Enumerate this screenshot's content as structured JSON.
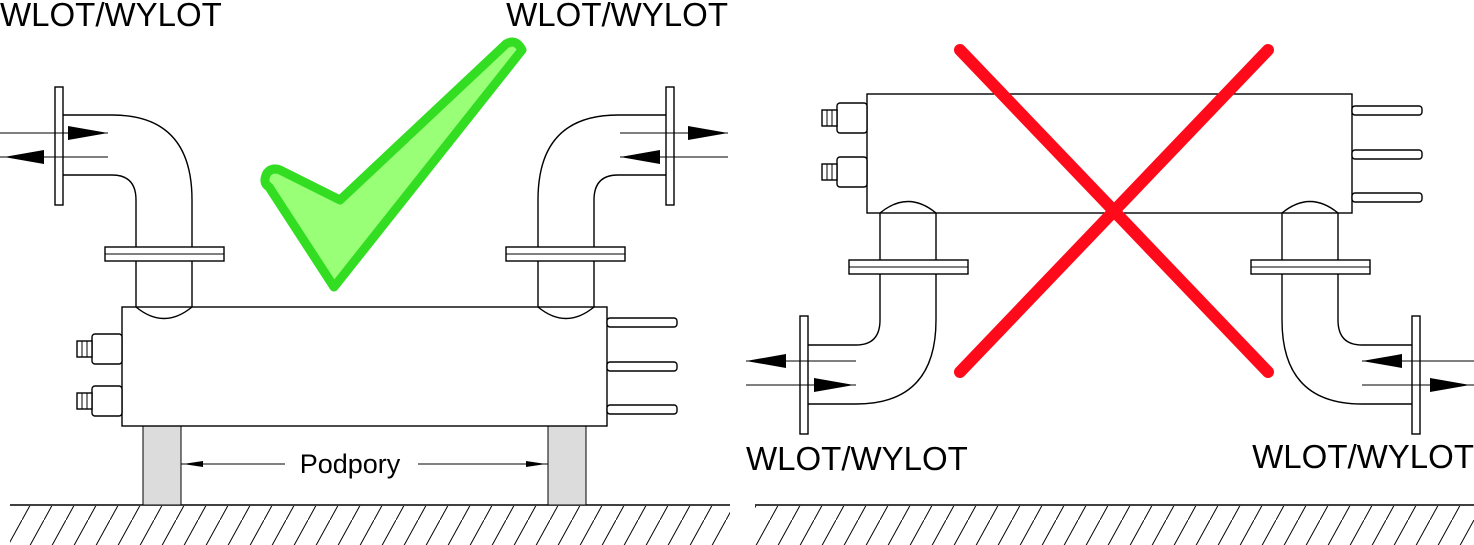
{
  "left_panel": {
    "label_top_left": "WLOT/WYLOT",
    "label_top_right": "WLOT/WYLOT",
    "supports_label": "Podpory",
    "status": "correct",
    "mark_color": "#33dd22",
    "mark_fill": "#99ff77"
  },
  "right_panel": {
    "label_bottom_left": "WLOT/WYLOT",
    "label_bottom_right": "WLOT/WYLOT",
    "status": "incorrect",
    "mark_color": "#ff0a1a"
  }
}
